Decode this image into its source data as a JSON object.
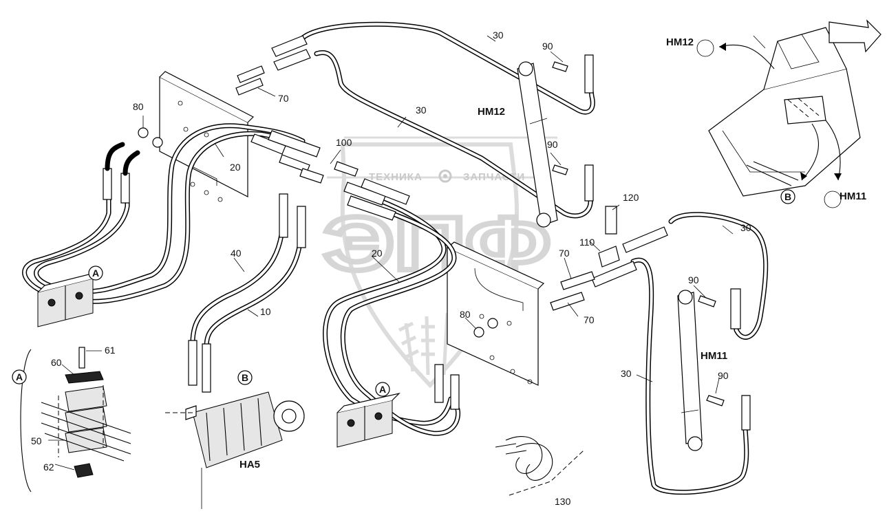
{
  "watermark": {
    "left_word": "ТЕХНИКА",
    "right_word": "ЗАПЧАСТИ",
    "logo_letters": "ЭПФ",
    "gear_icon": "gear-icon"
  },
  "designators": {
    "hm12_main": "HM12",
    "hm11_main": "HM11",
    "hm12_overview": "HM12",
    "hm11_overview": "HM11",
    "ha5": "HA5"
  },
  "circled_refs": {
    "a_left_clamp": "A",
    "a_mid_clamp": "A",
    "a_detail": "A",
    "b_valve": "B",
    "b_overview": "B"
  },
  "callouts": {
    "c30_top": "30",
    "c90_top": "90",
    "c70_top": "70",
    "c80_left": "80",
    "c30_mid": "30",
    "c90_mid": "90",
    "c100": "100",
    "c20_left": "20",
    "c120": "120",
    "c30_right": "30",
    "c110": "110",
    "c70_right1": "70",
    "c70_right2": "70",
    "c40": "40",
    "c20_mid": "20",
    "c10": "10",
    "c80_mid": "80",
    "c90_right1": "90",
    "c90_right2": "90",
    "c30_bottom": "30",
    "c61": "61",
    "c60": "60",
    "c50": "50",
    "c62": "62",
    "c130": "130"
  }
}
